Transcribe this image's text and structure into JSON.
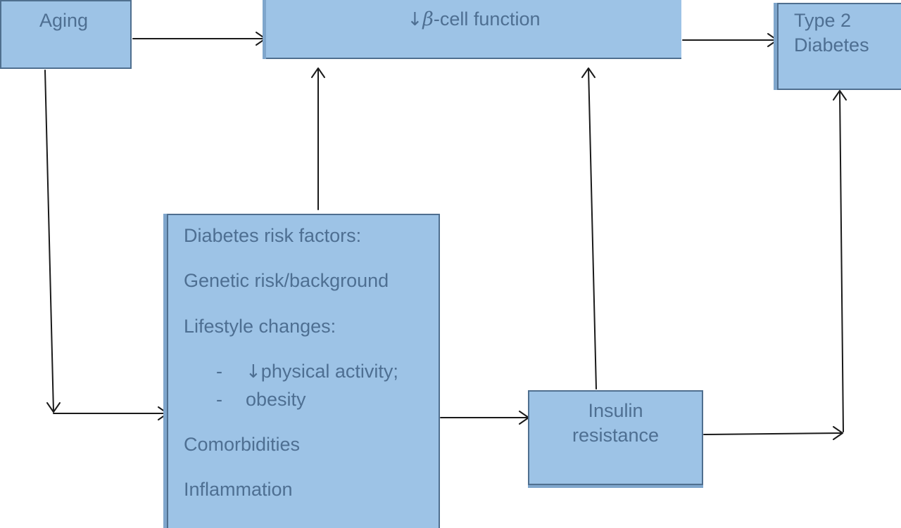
{
  "nodes": {
    "aging": {
      "label": "Aging"
    },
    "beta_cell": {
      "arrow": "↓",
      "beta": "β",
      "label": "-cell function"
    },
    "type2": {
      "line1": "Type 2",
      "line2": "Diabetes"
    },
    "risk_factors": {
      "title": "Diabetes risk factors:",
      "genetic": "Genetic risk/background",
      "lifestyle": "Lifestyle changes:",
      "sub_items": [
        {
          "dash": "-",
          "arrow": "↓",
          "text": "physical activity;"
        },
        {
          "dash": "-",
          "arrow": "",
          "text": "obesity"
        }
      ],
      "comorbidities": "Comorbidities",
      "inflammation": "Inflammation"
    },
    "insulin": {
      "line1": "Insulin",
      "line2": "resistance"
    }
  },
  "colors": {
    "box_fill": "#9dc3e6",
    "box_border": "#4f6f8f",
    "text": "#4e6f92",
    "arrow": "#1a1a1a"
  }
}
